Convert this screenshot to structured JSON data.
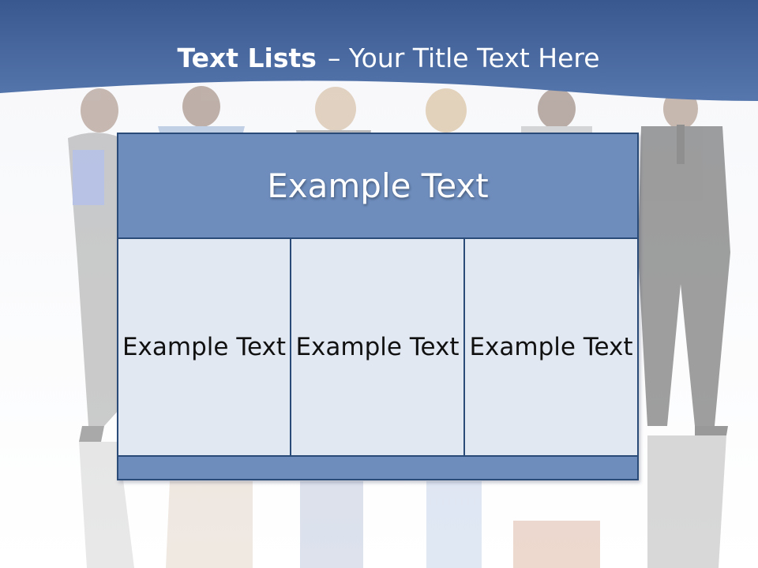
{
  "slide": {
    "title_bold": "Text Lists",
    "title_rest": "– Your Title Text Here"
  },
  "table": {
    "header": "Example Text",
    "cells": [
      "Example Text",
      "Example Text",
      "Example Text"
    ]
  },
  "colors": {
    "title_bar": "#3c5c95",
    "header_fill": "#6e8dbd",
    "cell_fill": "#e2e8f2",
    "border": "#2a4a78"
  }
}
